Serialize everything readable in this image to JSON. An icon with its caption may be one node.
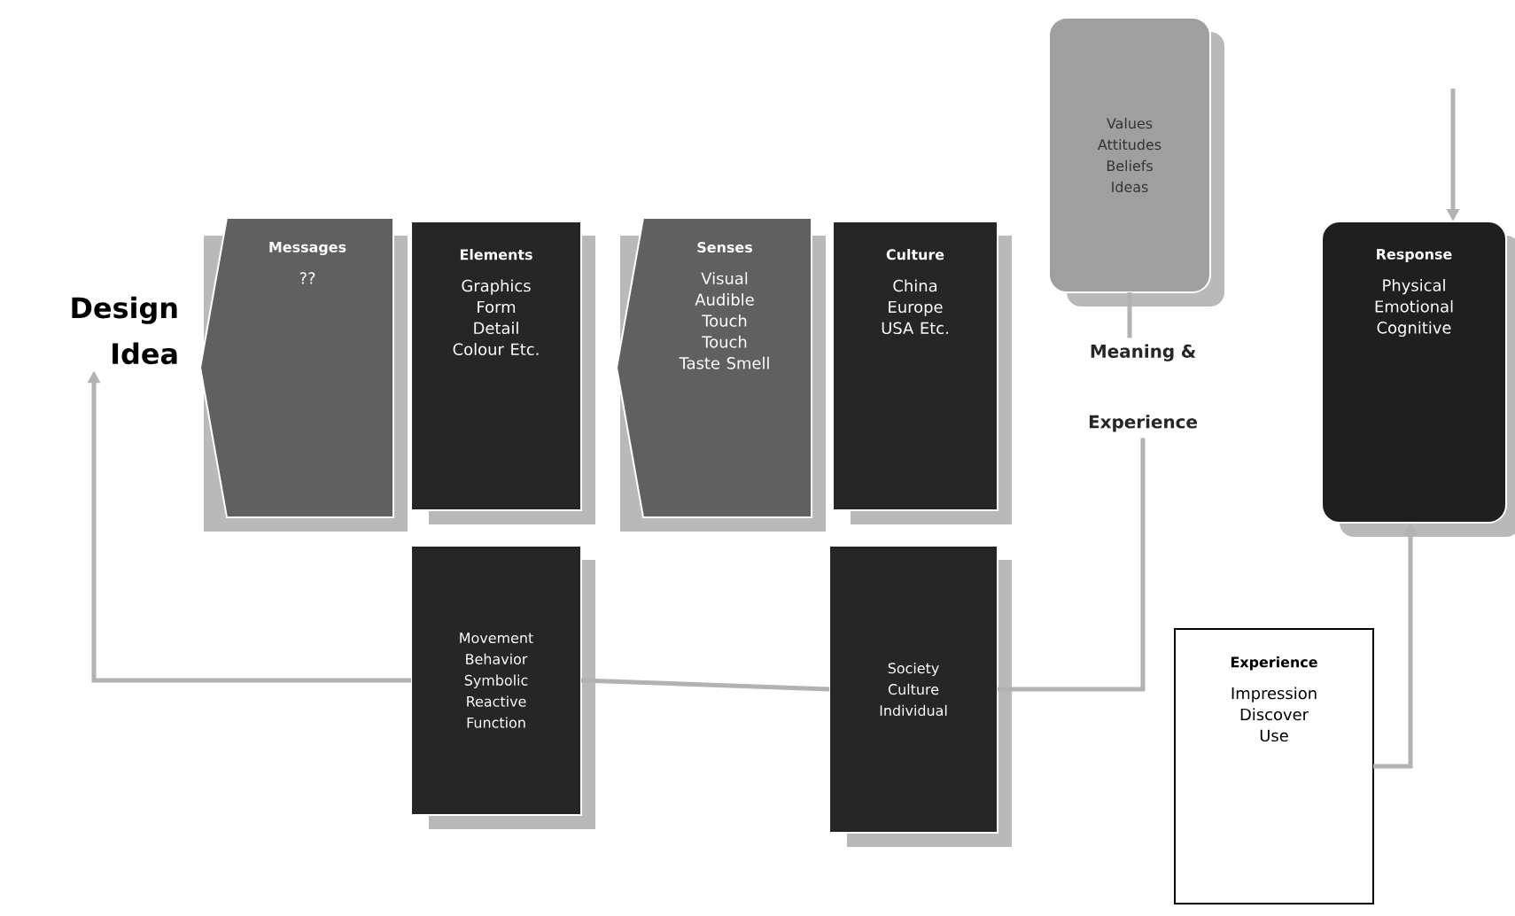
{
  "diagram": {
    "nodes": [
      {
        "text": [
          "Design Idea"
        ]
      },
      {
        "text": [
          "Messages",
          "??"
        ]
      },
      {
        "text": [
          "Elements",
          "Graphics Form Detail Colour Etc."
        ]
      },
      {
        "text": [
          "Senses",
          "Visual Audible Touch Touch Taste Smell"
        ]
      },
      {
        "text": [
          "Culture",
          "China Europe USA Etc."
        ]
      },
      {
        "text": [
          "Values Attitudes Beliefs Ideas"
        ]
      },
      {
        "text": [
          "Meaning & Experience"
        ]
      },
      {
        "text": [
          "Response",
          "Physical Emotional Cognitive"
        ]
      },
      {
        "text": [
          "Movement Behavior Symbolic Reactive Function"
        ]
      },
      {
        "text": [
          "Society Culture Individual"
        ]
      },
      {
        "text": [
          "Experience",
          "Impression Discover Use"
        ]
      }
    ],
    "edges": [
      {
        "from": 5,
        "to": 6,
        "arrow": "none"
      },
      {
        "from": 6,
        "to": 9,
        "arrow": "none"
      },
      {
        "from": 9,
        "to": 8,
        "arrow": "none"
      },
      {
        "from": 8,
        "to": 0,
        "arrow": "to"
      },
      {
        "from": null,
        "to": 7,
        "arrow": "to"
      },
      {
        "from": 10,
        "to": 7,
        "arrow": "to"
      }
    ]
  }
}
